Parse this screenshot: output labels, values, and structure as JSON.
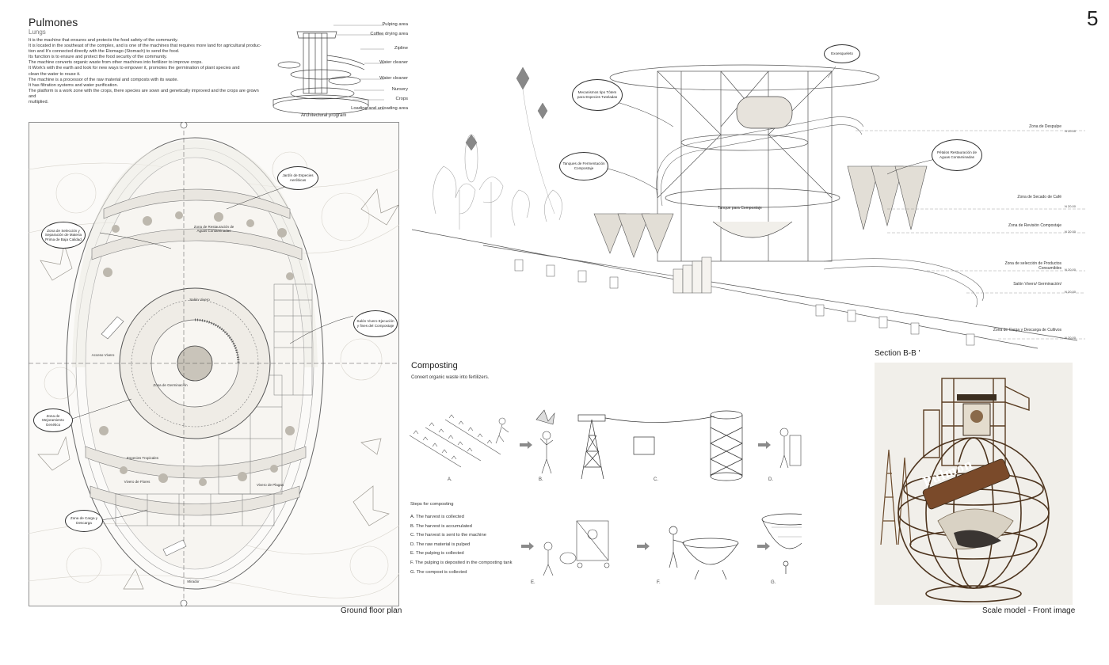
{
  "page_number": "5",
  "header": {
    "title": "Pulmones",
    "subtitle": "Lungs"
  },
  "description": [
    "It is the machine that ensures and protects the food safety of the community.",
    "It is located in the southeast of the complex, and is one of the machines that requires more land for agricultural produc-",
    "tion and  It's connected directly with the Etomago (Stomach) to send the food.",
    "Its function is to ensure and protect the food security of the community.",
    "The machine converts organic waste from other machines into fertilizer to improve crops.",
    "It Work's with the earth and look for new ways to empower it, promotes the germination of plant species and",
    "clean the water to reuse it.",
    "The machine is a processor of the raw material and composts with its waste.",
    "It has filtration systems and water purification.",
    "The platform is a work zone with the crops, there species are sown and genetically improved and the crops are grown and",
    "multiplied."
  ],
  "program": {
    "caption": "Architectural program",
    "labels": [
      "Pulping area",
      "Coffee drying area",
      "Zipline",
      "Water cleaner",
      "Water cleaner",
      "Nursery",
      "Crops",
      "Loading and unloading area"
    ]
  },
  "plan": {
    "caption": "Ground floor plan",
    "clouds": [
      "Jardín de Especies Aeróbicas",
      "Zona de Selección y Separación de Materia Prima de Baja Calidad",
      "Salón Vivero Ejecución y fines del Compostaje",
      "Zona de Mejoramiento Genético",
      "Zona de Carga y Descarga"
    ],
    "labels": [
      "Zona de Restauración de Aguas Contaminadas",
      "Salón Vivero",
      "Zona de Germinación",
      "Especies Tropicales",
      "Vivero de Flores",
      "Vivero de Plagas",
      "Acceso Vivero",
      "Mirador"
    ]
  },
  "section": {
    "caption": "Section B-B '",
    "clouds": [
      "Exoesqueleto",
      "Mecanismos tipo Tótem para Especies Tuteladas",
      "Tanques de Fermentación Compostaje",
      "Pétalos Restauración de Aguas Contaminadas"
    ],
    "inline_label": "Tanque para Compostaje",
    "zones": [
      {
        "label": "Zona de Despulpe",
        "level": "N 20.00"
      },
      {
        "label": "Zona de Secado de Café",
        "level": "N 20.00"
      },
      {
        "label": "Zona de Revisión Compostaje",
        "level": "N 20.00"
      },
      {
        "label": "Zona de selección de Productos Consumibles",
        "level": "N 20.00"
      },
      {
        "label": "Salón Vivero/ Germinación/",
        "level": "N 20.00"
      },
      {
        "label": "Zona de Carga y Descarga de Cultivos",
        "level": "N 20.00"
      }
    ]
  },
  "composting": {
    "title": "Composting",
    "subtitle": "Convert organic waste into fertilizers.",
    "steps_title": "Steps for composting",
    "steps": [
      "A. The harvest is collected",
      "B. The harvest is accumulated",
      "C. The harvest is sent to the machine",
      "D. The raw material is pulped",
      "E. The pulping is collected",
      "F. The pulping is deposited in the composting tank",
      "G. The compost is collected"
    ],
    "letters": [
      "A.",
      "B.",
      "C.",
      "D.",
      "E.",
      "F.",
      "G."
    ]
  },
  "model": {
    "caption": "Scale model - Front image",
    "sign": "Pulmón"
  },
  "colors": {
    "ink": "#2a2a2a",
    "paper": "#ffffff",
    "arrow": "#8a8a8a",
    "model_wood": "#5a3d22"
  }
}
